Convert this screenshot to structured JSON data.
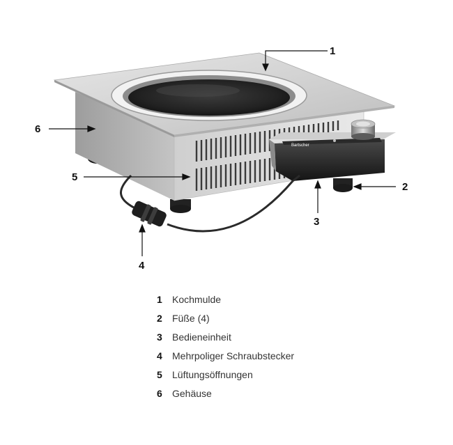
{
  "callouts": [
    {
      "number": "1",
      "label": "Kochmulde"
    },
    {
      "number": "2",
      "label": "Füße (4)"
    },
    {
      "number": "3",
      "label": "Bedieneinheit"
    },
    {
      "number": "4",
      "label": "Mehrpoliger Schraubstecker"
    },
    {
      "number": "5",
      "label": "Lüftungsöffnungen"
    },
    {
      "number": "6",
      "label": "Gehäuse"
    }
  ],
  "panel_brand": "Bartscher"
}
